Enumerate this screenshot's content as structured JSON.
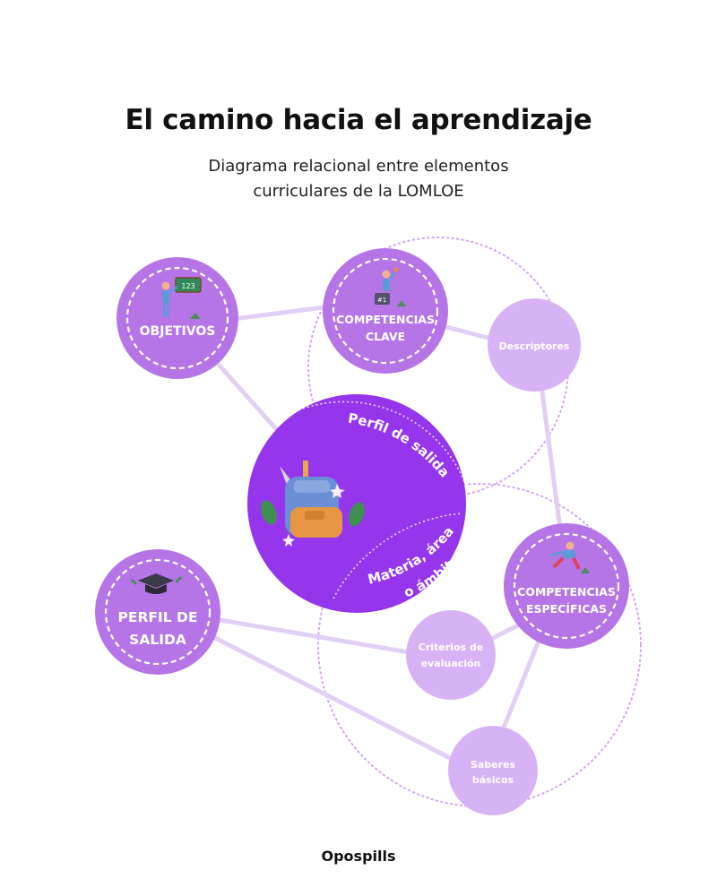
{
  "title": "El camino hacia el aprendizaje",
  "subtitle": {
    "line1": "Diagrama relacional entre elementos",
    "line2": "curriculares de la LOMLOE"
  },
  "nodes": {
    "objetivos": "OBJETIVOS",
    "competencias_clave": [
      "COMPETENCIAS",
      "CLAVE"
    ],
    "descriptores": "Descriptores",
    "centro_arco_superior": "Perfil de salida",
    "centro_arco_inferior": [
      "Materia, área",
      "o ámbito"
    ],
    "perfil_de_salida": [
      "PERFIL DE",
      "SALIDA"
    ],
    "competencias_especificas": [
      "COMPETENCIAS",
      "ESPECÍFICAS"
    ],
    "criterios_de_evaluacion": [
      "Criterios de",
      "evaluación"
    ],
    "saberes_basicos": [
      "Saberes",
      "básicos"
    ]
  },
  "icons": {
    "objetivos": "teacher-blackboard-icon",
    "competencias_clave": "winner-trophy-icon",
    "centro": "backpack-icon",
    "perfil_de_salida": "graduation-cap-icon",
    "competencias_especificas": "runner-icon"
  },
  "colors": {
    "main_node": "#b575e6",
    "light_node": "#d7b3f6",
    "center_node": "#9535ec",
    "connector": "#e2cff5",
    "dotted": "#d2a6ee"
  },
  "footer": "Opospills"
}
